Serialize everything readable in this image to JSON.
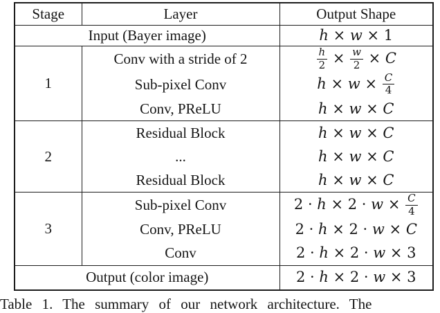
{
  "table": {
    "headers": [
      "Stage",
      "Layer",
      "Output Shape"
    ],
    "input_row": {
      "label": "Input (Bayer image)",
      "shape": "h × w × 1"
    },
    "stages": [
      {
        "stage": "1",
        "rows": [
          {
            "layer": "Conv with a stride of 2",
            "shape": "{h/2} × {w/2} × C"
          },
          {
            "layer": "Sub-pixel Conv",
            "shape": "h × w × {C/4}"
          },
          {
            "layer": "Conv, PReLU",
            "shape": "h × w × C"
          }
        ]
      },
      {
        "stage": "2",
        "rows": [
          {
            "layer": "Residual Block",
            "shape": "h × w × C"
          },
          {
            "layer": "...",
            "shape": "h × w × C"
          },
          {
            "layer": "Residual Block",
            "shape": "h × w × C"
          }
        ]
      },
      {
        "stage": "3",
        "rows": [
          {
            "layer": "Sub-pixel Conv",
            "shape": "2 · h × 2 · w × {C/4}"
          },
          {
            "layer": "Conv, PReLU",
            "shape": "2 · h × 2 · w × C"
          },
          {
            "layer": "Conv",
            "shape": "2 · h × 2 · w × 3"
          }
        ]
      }
    ],
    "output_row": {
      "label": "Output (color image)",
      "shape": "2 · h × 2 · w × 3"
    }
  },
  "caption": {
    "text": "Table 1. The summary of our network architecture. The"
  },
  "colors": {
    "background": "#ffffff",
    "text": "#151515",
    "border": "#1c1c1c"
  }
}
